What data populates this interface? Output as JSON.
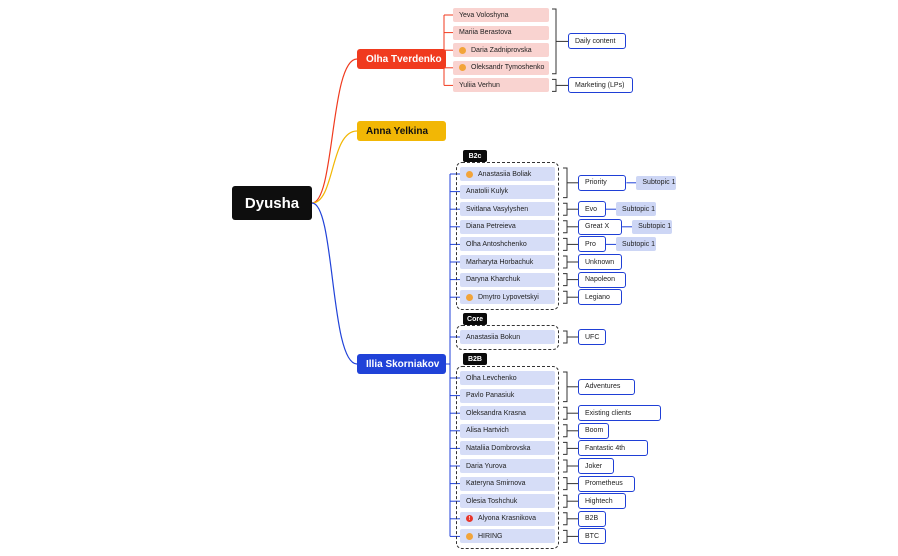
{
  "root": "Dyusha",
  "colors": {
    "red": "#f03a1e",
    "yellow": "#f2b705",
    "blue": "#2042d8",
    "red_light": "#f9d3d0",
    "blue_light": "#d6ddf7",
    "badge_orange": "#f2a43a",
    "badge_red": "#e8352a"
  },
  "branches": [
    {
      "name": "Olha Tverdenko",
      "color": "red",
      "people": [
        {
          "name": "Yeva Voloshyna"
        },
        {
          "name": "Mariia Berastova"
        },
        {
          "name": "Daria Zadniprovska",
          "badge": "orange"
        },
        {
          "name": "Oleksandr Tymoshenko",
          "badge": "orange"
        },
        {
          "name": "Yuliia Verhun"
        }
      ],
      "topics": [
        {
          "label": "Daily content",
          "covers": [
            0,
            3
          ]
        },
        {
          "label": "Marketing (LPs)",
          "covers": [
            4,
            4
          ]
        }
      ]
    },
    {
      "name": "Anna Yelkina",
      "color": "yellow"
    },
    {
      "name": "Illia Skorniakov",
      "color": "blue",
      "groups": [
        {
          "label": "B2c",
          "people": [
            {
              "name": "Anastasiia Boliak",
              "badge": "orange"
            },
            {
              "name": "Anatolii Kulyk"
            },
            {
              "name": "Svitlana Vasylyshen"
            },
            {
              "name": "Diana Petreieva"
            },
            {
              "name": "Olha Antoshchenko"
            },
            {
              "name": "Marharyta Horbachuk"
            },
            {
              "name": "Daryna Kharchuk"
            },
            {
              "name": "Dmytro Lypovetskyi",
              "badge": "orange"
            }
          ],
          "topics": [
            {
              "label": "Priority",
              "covers": [
                0,
                1
              ],
              "sub": "Subtopic 1"
            },
            {
              "label": "Evo",
              "covers": [
                2,
                2
              ],
              "sub": "Subtopic 1"
            },
            {
              "label": "Great X",
              "covers": [
                3,
                3
              ],
              "sub": "Subtopic 1"
            },
            {
              "label": "Pro",
              "covers": [
                4,
                4
              ],
              "sub": "Subtopic 1"
            },
            {
              "label": "Unknown",
              "covers": [
                5,
                5
              ]
            },
            {
              "label": "Napoleon",
              "covers": [
                6,
                6
              ]
            },
            {
              "label": "Legiano",
              "covers": [
                7,
                7
              ]
            }
          ]
        },
        {
          "label": "Core",
          "people": [
            {
              "name": "Anastasiia Bokun"
            }
          ],
          "topics": [
            {
              "label": "UFC",
              "covers": [
                0,
                0
              ]
            }
          ]
        },
        {
          "label": "B2B",
          "people": [
            {
              "name": "Olha Levchenko"
            },
            {
              "name": "Pavlo Panasiuk"
            },
            {
              "name": "Oleksandra Krasna"
            },
            {
              "name": "Alisa Hartvich"
            },
            {
              "name": "Nataliia Dombrovska"
            },
            {
              "name": "Daria Yurova"
            },
            {
              "name": "Kateryna Smirnova"
            },
            {
              "name": "Olesia Toshchuk"
            },
            {
              "name": "Alyona Krasnikova",
              "badge": "red"
            },
            {
              "name": "HIRING",
              "badge": "orange"
            }
          ],
          "topics": [
            {
              "label": "Adventures",
              "covers": [
                0,
                1
              ]
            },
            {
              "label": "Existing clients",
              "covers": [
                2,
                2
              ]
            },
            {
              "label": "Boom",
              "covers": [
                3,
                3
              ]
            },
            {
              "label": "Fantastic 4th",
              "covers": [
                4,
                4
              ]
            },
            {
              "label": "Joker",
              "covers": [
                5,
                5
              ]
            },
            {
              "label": "Prometheus",
              "covers": [
                6,
                6
              ]
            },
            {
              "label": "Hightech",
              "covers": [
                7,
                7
              ]
            },
            {
              "label": "B2B",
              "covers": [
                8,
                8
              ]
            },
            {
              "label": "BTC",
              "covers": [
                9,
                9
              ]
            }
          ]
        }
      ]
    }
  ]
}
